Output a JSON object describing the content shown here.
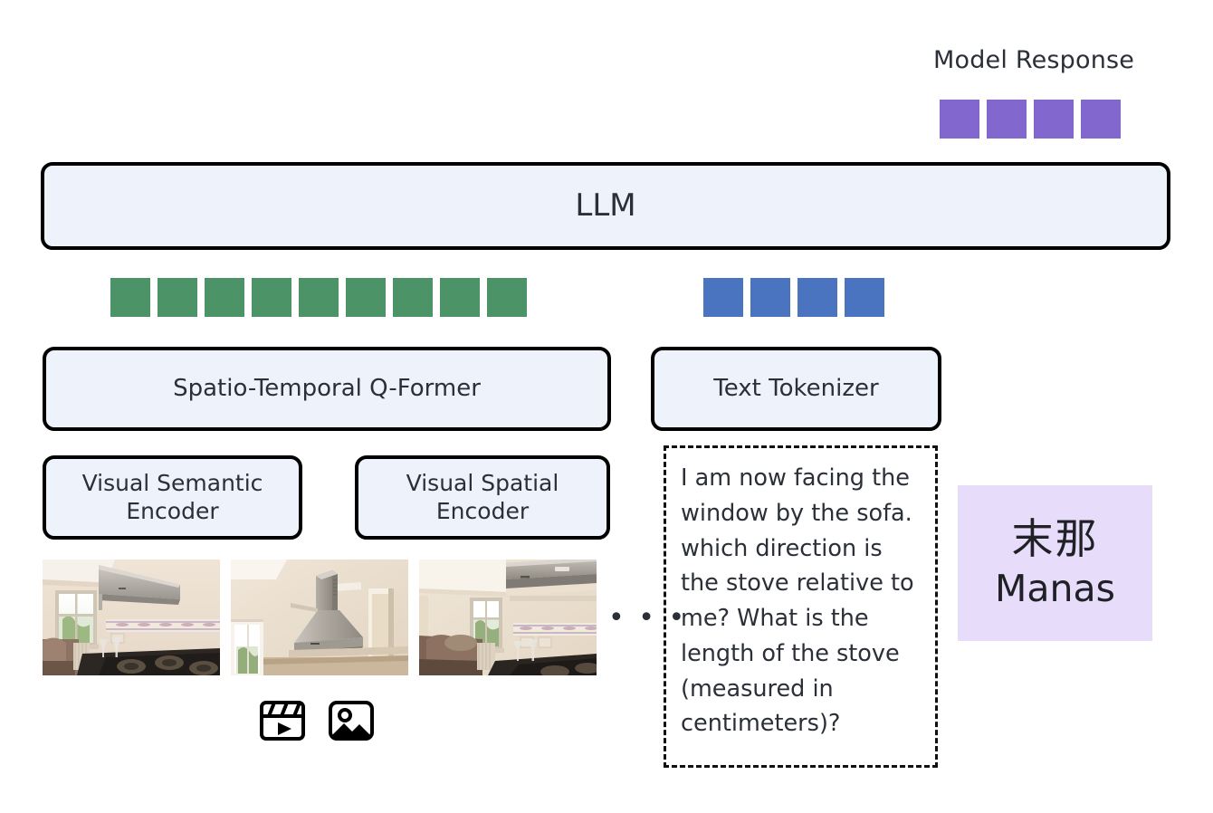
{
  "diagram": {
    "title": "Manas multimodal model architecture",
    "colors": {
      "response_token": "#8268ce",
      "visual_token": "#4c9468",
      "text_token": "#4a74bf",
      "module_fill": "#edf2fb",
      "module_stroke": "#000000",
      "badge_fill": "#e7dcf9",
      "background": "#ffffff"
    }
  },
  "output": {
    "label": "Model Response",
    "token_count": 4
  },
  "llm": {
    "label": "LLM"
  },
  "tokens": {
    "visual_count": 9,
    "text_count": 4
  },
  "modules": {
    "qformer": "Spatio-Temporal Q-Former",
    "text_tokenizer": "Text Tokenizer",
    "visual_semantic_encoder_line1": "Visual Semantic",
    "visual_semantic_encoder_line2": "Encoder",
    "visual_spatial_encoder_line1": "Visual Spatial",
    "visual_spatial_encoder_line2": "Encoder"
  },
  "prompt": {
    "text": "I am now facing the window by the sofa. which direction is the stove relative to me? What is the length of the stove (measured in centimeters)?"
  },
  "badge": {
    "cjk": "末那",
    "latin": "Manas"
  },
  "video": {
    "ellipsis": "• • •",
    "frames": [
      {
        "name": "frame-kitchen-window-left",
        "caption": "Kitchen with window on the left, range hood at upper right, sofa and gas stove"
      },
      {
        "name": "frame-range-hood-closeup",
        "caption": "Close-up of stainless steel range hood on beige wall"
      },
      {
        "name": "frame-sofa-window-right",
        "caption": "Room with sofa under window, range hood entering from upper right"
      }
    ],
    "icons": [
      {
        "name": "video-clapperboard-icon",
        "label": "video"
      },
      {
        "name": "image-picture-icon",
        "label": "image"
      }
    ]
  }
}
